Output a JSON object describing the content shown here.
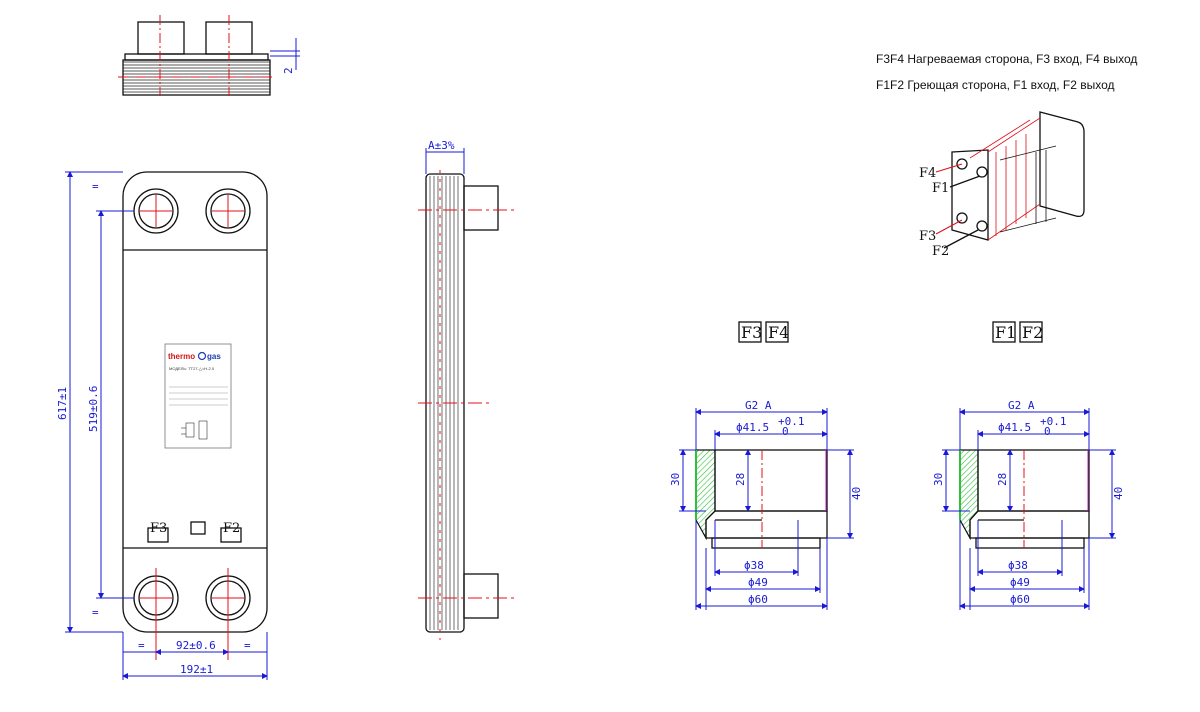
{
  "notes": {
    "cold_side": "F3F4 Нагреваемая сторона, F3 вход, F4 выход",
    "hot_side": "F1F2 Греющая сторона, F1 вход, F2 выход"
  },
  "front_view": {
    "height_overall": "617±1",
    "height_ports": "519±0.6",
    "width_ports": "92±0.6",
    "width_overall": "192±1",
    "eq": "=",
    "port_f3": "F3",
    "port_f2": "F2",
    "nameplate": {
      "brand_a": "thermo",
      "brand_b": "gas",
      "model": "МОДЕЛЬ: TT27-△=H-2.0"
    }
  },
  "top_view": {
    "dim": "2"
  },
  "side_view": {
    "dim": "A±3%"
  },
  "schematic": {
    "f4": "F4",
    "f1": "F1",
    "f3": "F3",
    "f2": "F2"
  },
  "connection_left": {
    "title_a": "F3",
    "title_b": "F4",
    "thread": "G2 A",
    "bore": "ϕ41.5",
    "tol_up": "+0.1",
    "tol_low": "0",
    "h30": "30",
    "h28": "28",
    "h40": "40",
    "d38": "ϕ38",
    "d49": "ϕ49",
    "d60": "ϕ60"
  },
  "connection_right": {
    "title_a": "F1",
    "title_b": "F2",
    "thread": "G2 A",
    "bore": "ϕ41.5",
    "tol_up": "+0.1",
    "tol_low": "0",
    "h30": "30",
    "h28": "28",
    "h40": "40",
    "d38": "ϕ38",
    "d49": "ϕ49",
    "d60": "ϕ60"
  },
  "colors": {
    "dimension": "#1a1ad6",
    "centerline": "#e0101a",
    "outline": "#111111",
    "hatch": "#2fbf3a"
  }
}
